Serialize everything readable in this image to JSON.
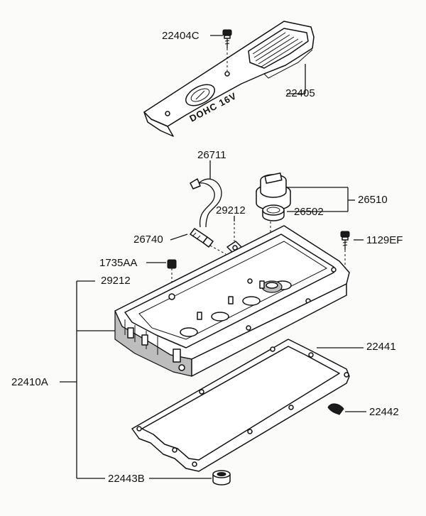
{
  "diagram": {
    "engine_cover": {
      "emblem_text": "DOHC 16V"
    },
    "labels": {
      "cover_bolt": "22404C",
      "engine_cover": "22405",
      "breather_hose": "26711",
      "oil_filler_cap": "26510",
      "cap_seal": "26502",
      "grommet_upper": "29212",
      "pcv_valve": "26740",
      "cover_bolt_ef": "1129EF",
      "plug": "1735AA",
      "grommet_lower": "29212",
      "gasket": "22441",
      "half_moon_seal": "22442",
      "rocker_cover_assy": "22410A",
      "spark_plug_seal": "22443B"
    }
  }
}
